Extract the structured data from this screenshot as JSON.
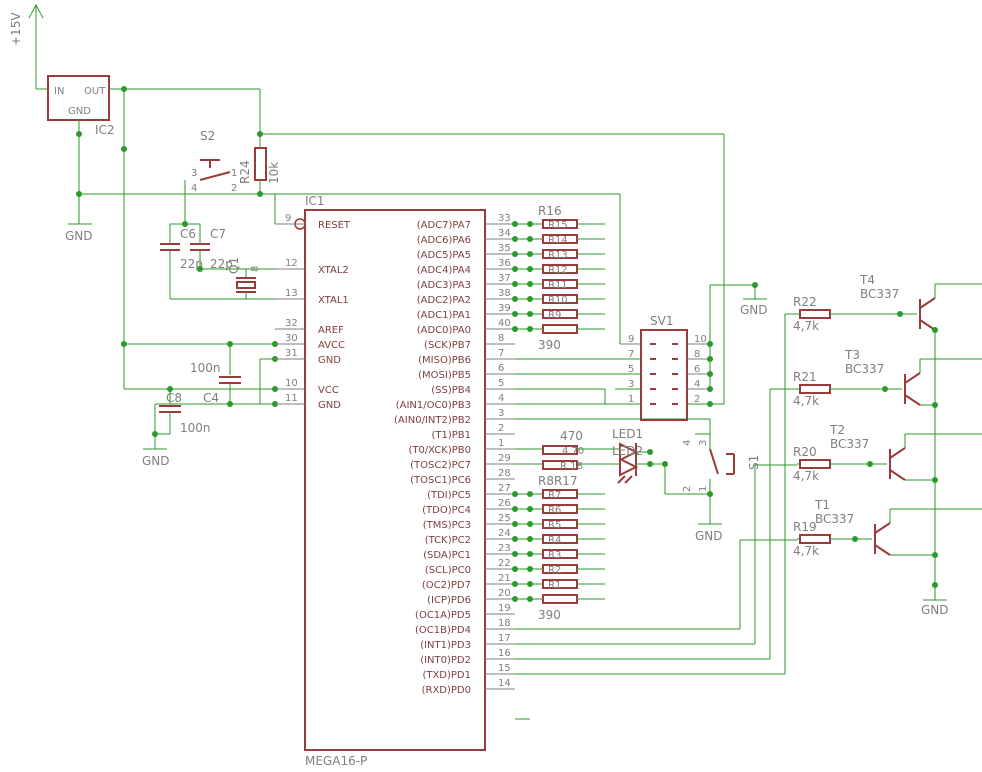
{
  "supply": {
    "label": "+15V"
  },
  "regulator": {
    "name": "IC2",
    "in": "IN",
    "out": "OUT",
    "gnd": "GND"
  },
  "mcu": {
    "name": "IC1",
    "value": "MEGA16-P",
    "left_pins": [
      {
        "num": "9",
        "name": "RESET"
      },
      {
        "num": "12",
        "name": "XTAL2"
      },
      {
        "num": "13",
        "name": "XTAL1"
      },
      {
        "num": "32",
        "name": "AREF"
      },
      {
        "num": "30",
        "name": "AVCC"
      },
      {
        "num": "31",
        "name": "GND"
      },
      {
        "num": "10",
        "name": "VCC"
      },
      {
        "num": "11",
        "name": "GND"
      }
    ],
    "right_pins": [
      {
        "num": "33",
        "name": "(ADC7)PA7"
      },
      {
        "num": "34",
        "name": "(ADC6)PA6"
      },
      {
        "num": "35",
        "name": "(ADC5)PA5"
      },
      {
        "num": "36",
        "name": "(ADC4)PA4"
      },
      {
        "num": "37",
        "name": "(ADC3)PA3"
      },
      {
        "num": "38",
        "name": "(ADC2)PA2"
      },
      {
        "num": "39",
        "name": "(ADC1)PA1"
      },
      {
        "num": "40",
        "name": "(ADC0)PA0"
      },
      {
        "num": "8",
        "name": "(SCK)PB7"
      },
      {
        "num": "7",
        "name": "(MISO)PB6"
      },
      {
        "num": "6",
        "name": "(MOSI)PB5"
      },
      {
        "num": "5",
        "name": "(SS)PB4"
      },
      {
        "num": "4",
        "name": "(AIN1/OC0)PB3"
      },
      {
        "num": "3",
        "name": "(AIN0/INT2)PB2"
      },
      {
        "num": "2",
        "name": "(T1)PB1"
      },
      {
        "num": "1",
        "name": "(T0/XCK)PB0"
      },
      {
        "num": "29",
        "name": "(TOSC2)PC7"
      },
      {
        "num": "28",
        "name": "(TOSC1)PC6"
      },
      {
        "num": "27",
        "name": "(TDI)PC5"
      },
      {
        "num": "26",
        "name": "(TDO)PC4"
      },
      {
        "num": "25",
        "name": "(TMS)PC3"
      },
      {
        "num": "24",
        "name": "(TCK)PC2"
      },
      {
        "num": "23",
        "name": "(SDA)PC1"
      },
      {
        "num": "22",
        "name": "(SCL)PC0"
      },
      {
        "num": "21",
        "name": "(OC2)PD7"
      },
      {
        "num": "20",
        "name": "(ICP)PD6"
      },
      {
        "num": "19",
        "name": "(OC1A)PD5"
      },
      {
        "num": "18",
        "name": "(OC1B)PD4"
      },
      {
        "num": "17",
        "name": "(INT1)PD3"
      },
      {
        "num": "16",
        "name": "(INT0)PD2"
      },
      {
        "num": "15",
        "name": "(TXD)PD1"
      },
      {
        "num": "14",
        "name": "(RXD)PD0"
      }
    ]
  },
  "labels": {
    "gnd": "GND",
    "s2": "S2",
    "r24": "R24",
    "r24_val": "10k",
    "c6": "C6",
    "c7": "C7",
    "c6_val": "22p",
    "c7_val": "22p",
    "q1": "Q1",
    "c4_val": "100n",
    "c8": "C8",
    "c4": "C4",
    "c8_val": "100n",
    "r16": "R16",
    "pa_val": "390",
    "pc_val": "390",
    "r8r17": "R8R17",
    "r_470": "470",
    "led1": "LED1",
    "led2": "LED2",
    "s1": "S1",
    "sv1": "SV1",
    "sv1_pins_left": [
      "9",
      "7",
      "5",
      "3",
      "1"
    ],
    "sv1_pins_right": [
      "10",
      "8",
      "6",
      "4",
      "2"
    ],
    "s2_pins": [
      "3",
      "4",
      "1",
      "2"
    ],
    "s1_pins": [
      "4",
      "3",
      "2",
      "1"
    ],
    "q1_pin": "8",
    "pb_r_labels": [
      "4 70",
      "R 18"
    ]
  },
  "resistor_labels_pa": [
    "R15",
    "R14",
    "R13",
    "R12",
    "R11",
    "R10",
    "R9",
    ""
  ],
  "resistor_labels_pc": [
    "R7",
    "R6",
    "R5",
    "R4",
    "R3",
    "R2",
    "R1",
    ""
  ],
  "transistors": [
    {
      "name": "T4",
      "type": "BC337",
      "res": "R22",
      "res_val": "4,7k"
    },
    {
      "name": "T3",
      "type": "BC337",
      "res": "R21",
      "res_val": "4,7k"
    },
    {
      "name": "T2",
      "type": "BC337",
      "res": "R20",
      "res_val": "4,7k"
    },
    {
      "name": "T1",
      "type": "BC337",
      "res": "R19",
      "res_val": "4,7k"
    }
  ]
}
